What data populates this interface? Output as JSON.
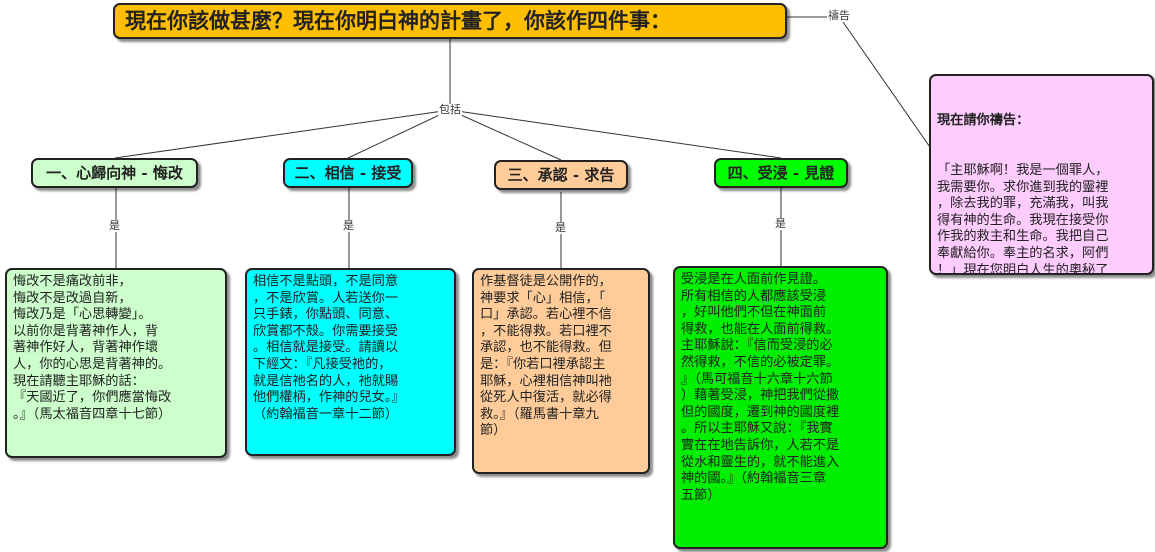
{
  "root": {
    "text": "現在你該做甚麼？現在你明白神的計畫了，你該作四件事："
  },
  "relations": {
    "includes": "包括",
    "prayer": "禱告",
    "is": "是"
  },
  "steps": [
    {
      "label": "一、心歸向神 - 悔改",
      "color": "#ccffcc"
    },
    {
      "label": "二、相信 - 接受",
      "color": "#00ffff"
    },
    {
      "label": "三、承認 - 求告",
      "color": "#ffcc99"
    },
    {
      "label": "四、受浸 - 見證",
      "color": "#00ff00"
    }
  ],
  "details": [
    {
      "text": "悔改不是痛改前非，\n悔改不是改過自新，\n悔改乃是「心思轉變」。\n以前你是背著神作人，背\n著神作好人，背著神作壞\n人，你的心思是背著神的。\n現在請聽主耶穌的話：\n『天國近了，你們應當悔改\n。』（馬太福音四章十七節）",
      "color": "#ccffcc"
    },
    {
      "text": "相信不是點頭，不是同意\n，不是欣賞。人若送你一\n只手錶，你點頭、同意、\n欣賞都不殼。你需要接受\n。相信就是接受。請讀以\n下經文：『凡接受祂的，\n就是信祂名的人，祂就賜\n他們權柄，作神的兒女。』\n（約翰福音一章十二節）",
      "color": "#00ffff"
    },
    {
      "text": "作基督徒是公開作的，\n神要求「心」相信，「\n口」承認。若心裡不信\n，不能得救。若口裡不\n承認，也不能得救。但\n是：『你若口裡承認主\n耶穌，心裡相信神叫祂\n從死人中復活，就必得\n救。』（羅馬書十章九\n節）",
      "color": "#ffcc99"
    },
    {
      "text": "受浸是在人面前作見證。\n所有相信的人都應該受浸\n，好叫他們不但在神面前\n得救，也能在人面前得救。\n主耶穌說：『信而受浸的必\n然得救，不信的必被定罪。\n』（馬可福音十六章十六節\n）藉著受浸，神把我們從撒\n但的國度，遷到神的國度裡\n。所以主耶穌又說：『我實\n實在在地告訴你，人若不是\n從水和靈生的，就不能進入\n神的國。』（約翰福音三章\n五節）",
      "color": "#00ee00"
    }
  ],
  "prayer": {
    "heading": "現在請你禱告：",
    "body": "「主耶穌啊！我是一個罪人，\n我需要你。求你進到我的靈裡\n，除去我的罪，充滿我，叫我\n得有神的生命。我現在接受你\n作我的救主和生命。我把自己\n奉獻給你。奉主的名求，阿們\n！」現在您明白人生的奧秘了\n！願主祝福你一直活在神的計\n畫中！",
    "color": "#ffccff"
  }
}
